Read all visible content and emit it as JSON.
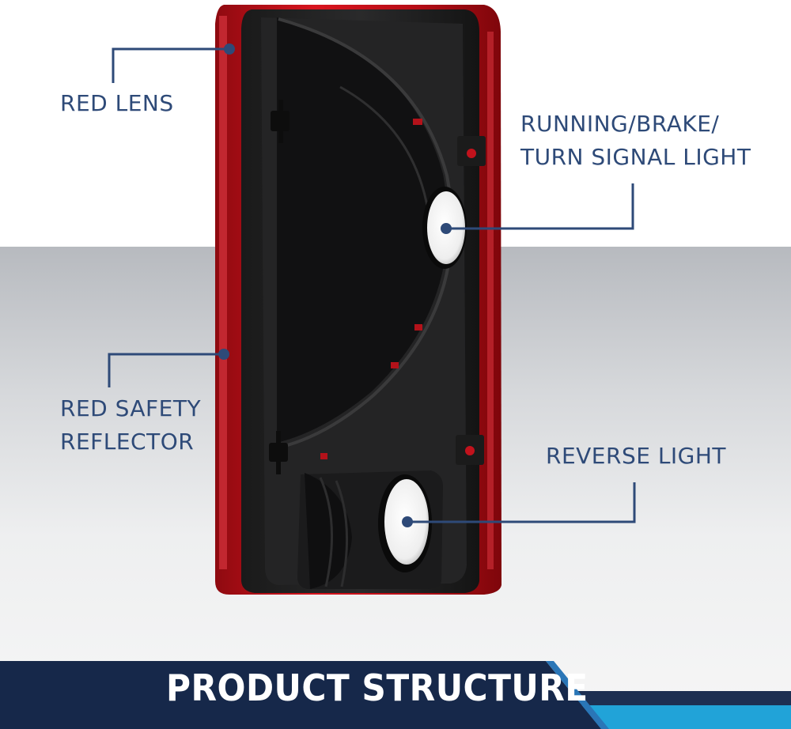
{
  "callouts": {
    "red_lens": "RED LENS",
    "running_line1": "RUNNING/BRAKE/",
    "running_line2": "TURN SIGNAL LIGHT",
    "reflector_line1": "RED SAFETY",
    "reflector_line2": "REFLECTOR",
    "reverse": "REVERSE LIGHT"
  },
  "banner": {
    "title": "PRODUCT STRUCTURE"
  },
  "colors": {
    "label": "#2e4a78",
    "banner_navy": "#16284a",
    "banner_cyan": "#21a3d8",
    "lens_red": "#c2121c"
  }
}
